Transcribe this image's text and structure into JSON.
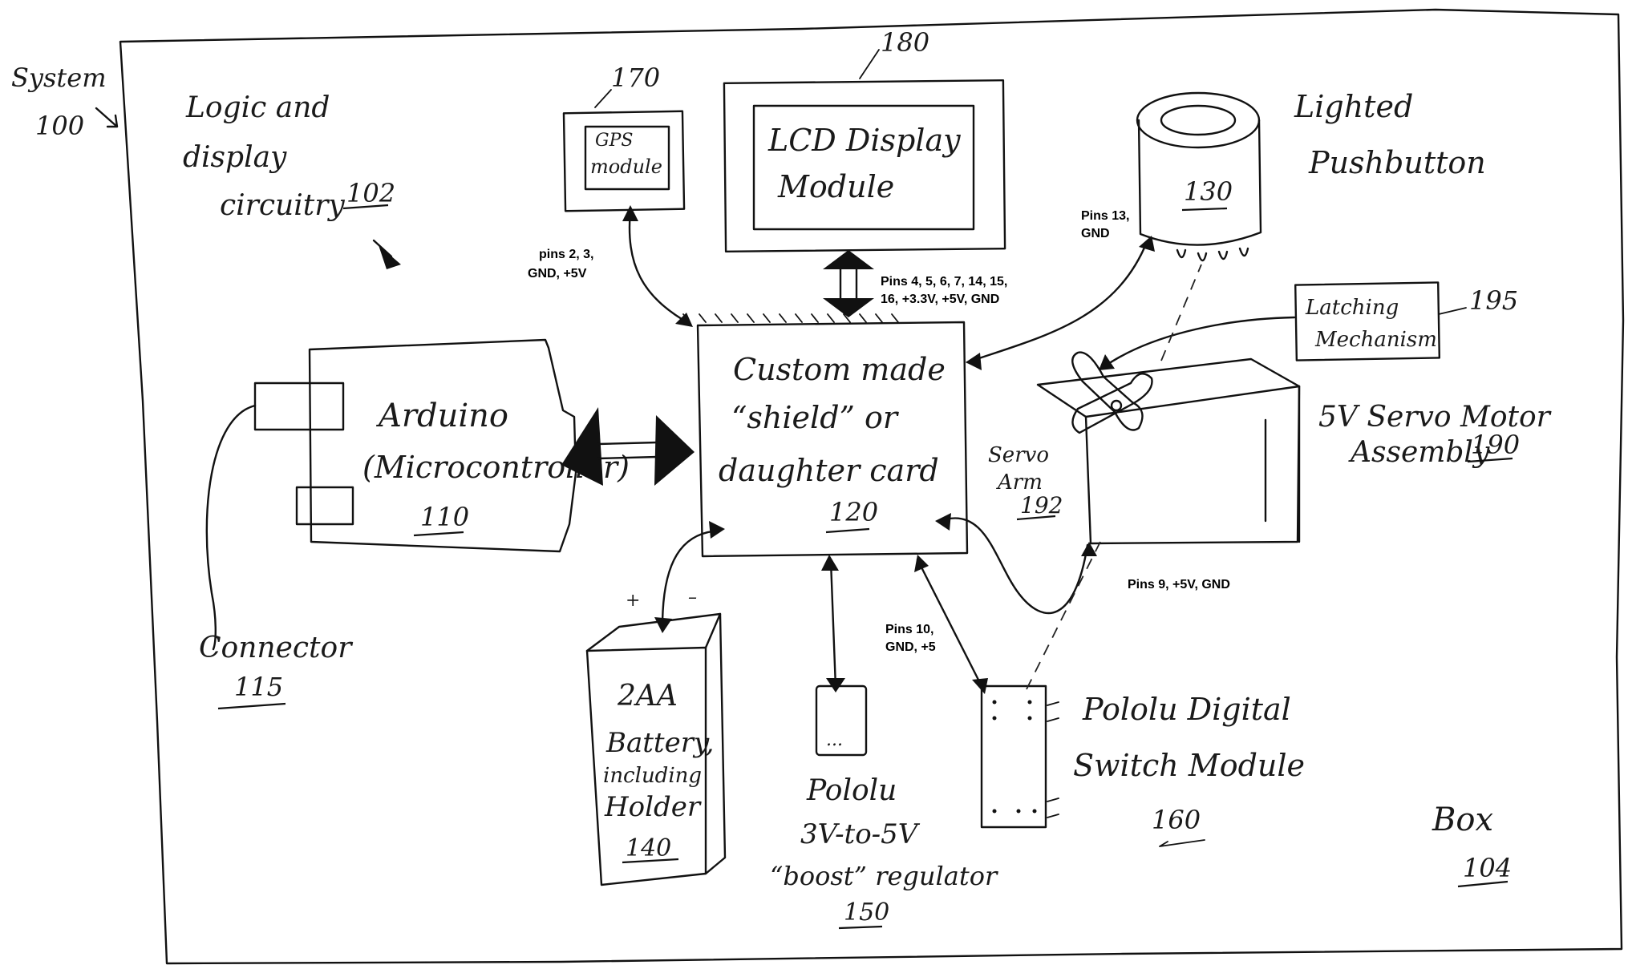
{
  "system": {
    "label": "System",
    "ref": "100"
  },
  "logic": {
    "line1": "Logic and",
    "line2": "display",
    "line3": "circuitry",
    "ref": "102"
  },
  "box": {
    "label": "Box",
    "ref": "104"
  },
  "arduino": {
    "line1": "Arduino",
    "line2": "(Microcontroller)",
    "ref": "110"
  },
  "connector": {
    "label": "Connector",
    "ref": "115"
  },
  "shield": {
    "line1": "Custom made",
    "line2": "“shield” or",
    "line3": "daughter card",
    "ref": "120"
  },
  "pushbutton": {
    "line1": "Lighted",
    "line2": "Pushbutton",
    "ref": "130"
  },
  "battery": {
    "line1": "2AA",
    "line2": "Battery,",
    "line3": "including",
    "line4": "Holder",
    "ref": "140",
    "plus": "+",
    "minus": "–"
  },
  "regulator": {
    "line1": "Pololu",
    "line2": "3V-to-5V",
    "line3": "“boost” regulator",
    "ref": "150",
    "dots": "..."
  },
  "switch": {
    "line1": "Pololu Digital",
    "line2": "Switch Module",
    "ref": "160"
  },
  "gps": {
    "line1": "GPS",
    "line2": "module",
    "ref": "170"
  },
  "lcd": {
    "line1": "LCD Display",
    "line2": "Module",
    "ref": "180"
  },
  "servo": {
    "line1": "5V Servo Motor",
    "line2": "Assembly",
    "ref": "190"
  },
  "servo_arm": {
    "line1": "Servo",
    "line2": "Arm",
    "ref": "192"
  },
  "latch": {
    "line1": "Latching",
    "line2": "Mechanism",
    "ref": "195"
  },
  "pins": {
    "gps_a": "pins 2, 3,",
    "gps_b": "GND, +5V",
    "lcd_a": "Pins 4, 5, 6, 7, 14, 15,",
    "lcd_b": "16, +3.3V, +5V, GND",
    "button_a": "Pins 13,",
    "button_b": "GND",
    "servo": "Pins 9, +5V, GND",
    "switch_a": "Pins 10,",
    "switch_b": "GND, +5"
  }
}
